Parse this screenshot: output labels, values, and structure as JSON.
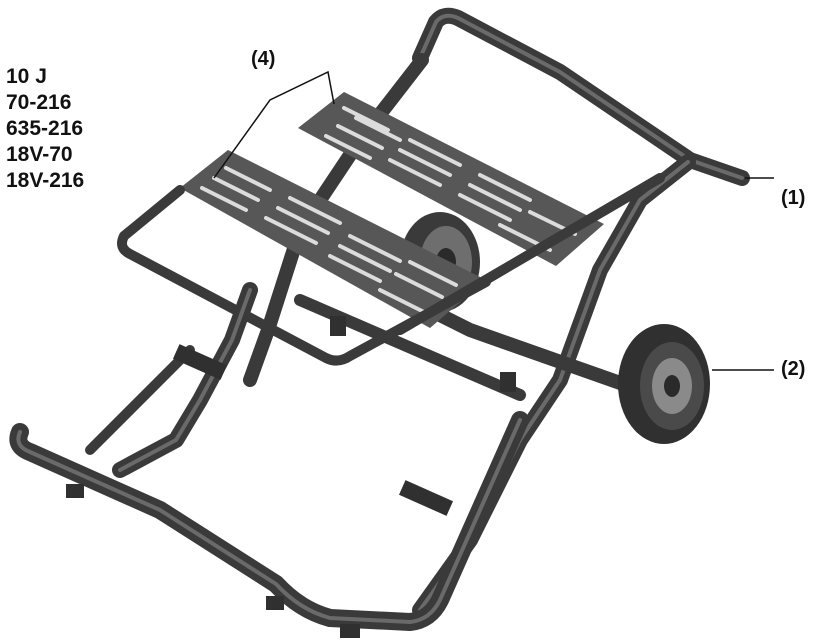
{
  "models": [
    "10 J",
    "70-216",
    "635-216",
    "18V-70",
    "18V-216"
  ],
  "callouts": {
    "handle": "(1)",
    "wheel": "(2)",
    "mounting_plates": "(4)"
  },
  "colors": {
    "frame": "#3a3a3a",
    "frame_highlight": "#6a6a6a",
    "plate": "#575757",
    "plate_slot": "#dcdcdc",
    "tire": "#303030",
    "hub": "#8a8a8a",
    "text": "#111111"
  }
}
